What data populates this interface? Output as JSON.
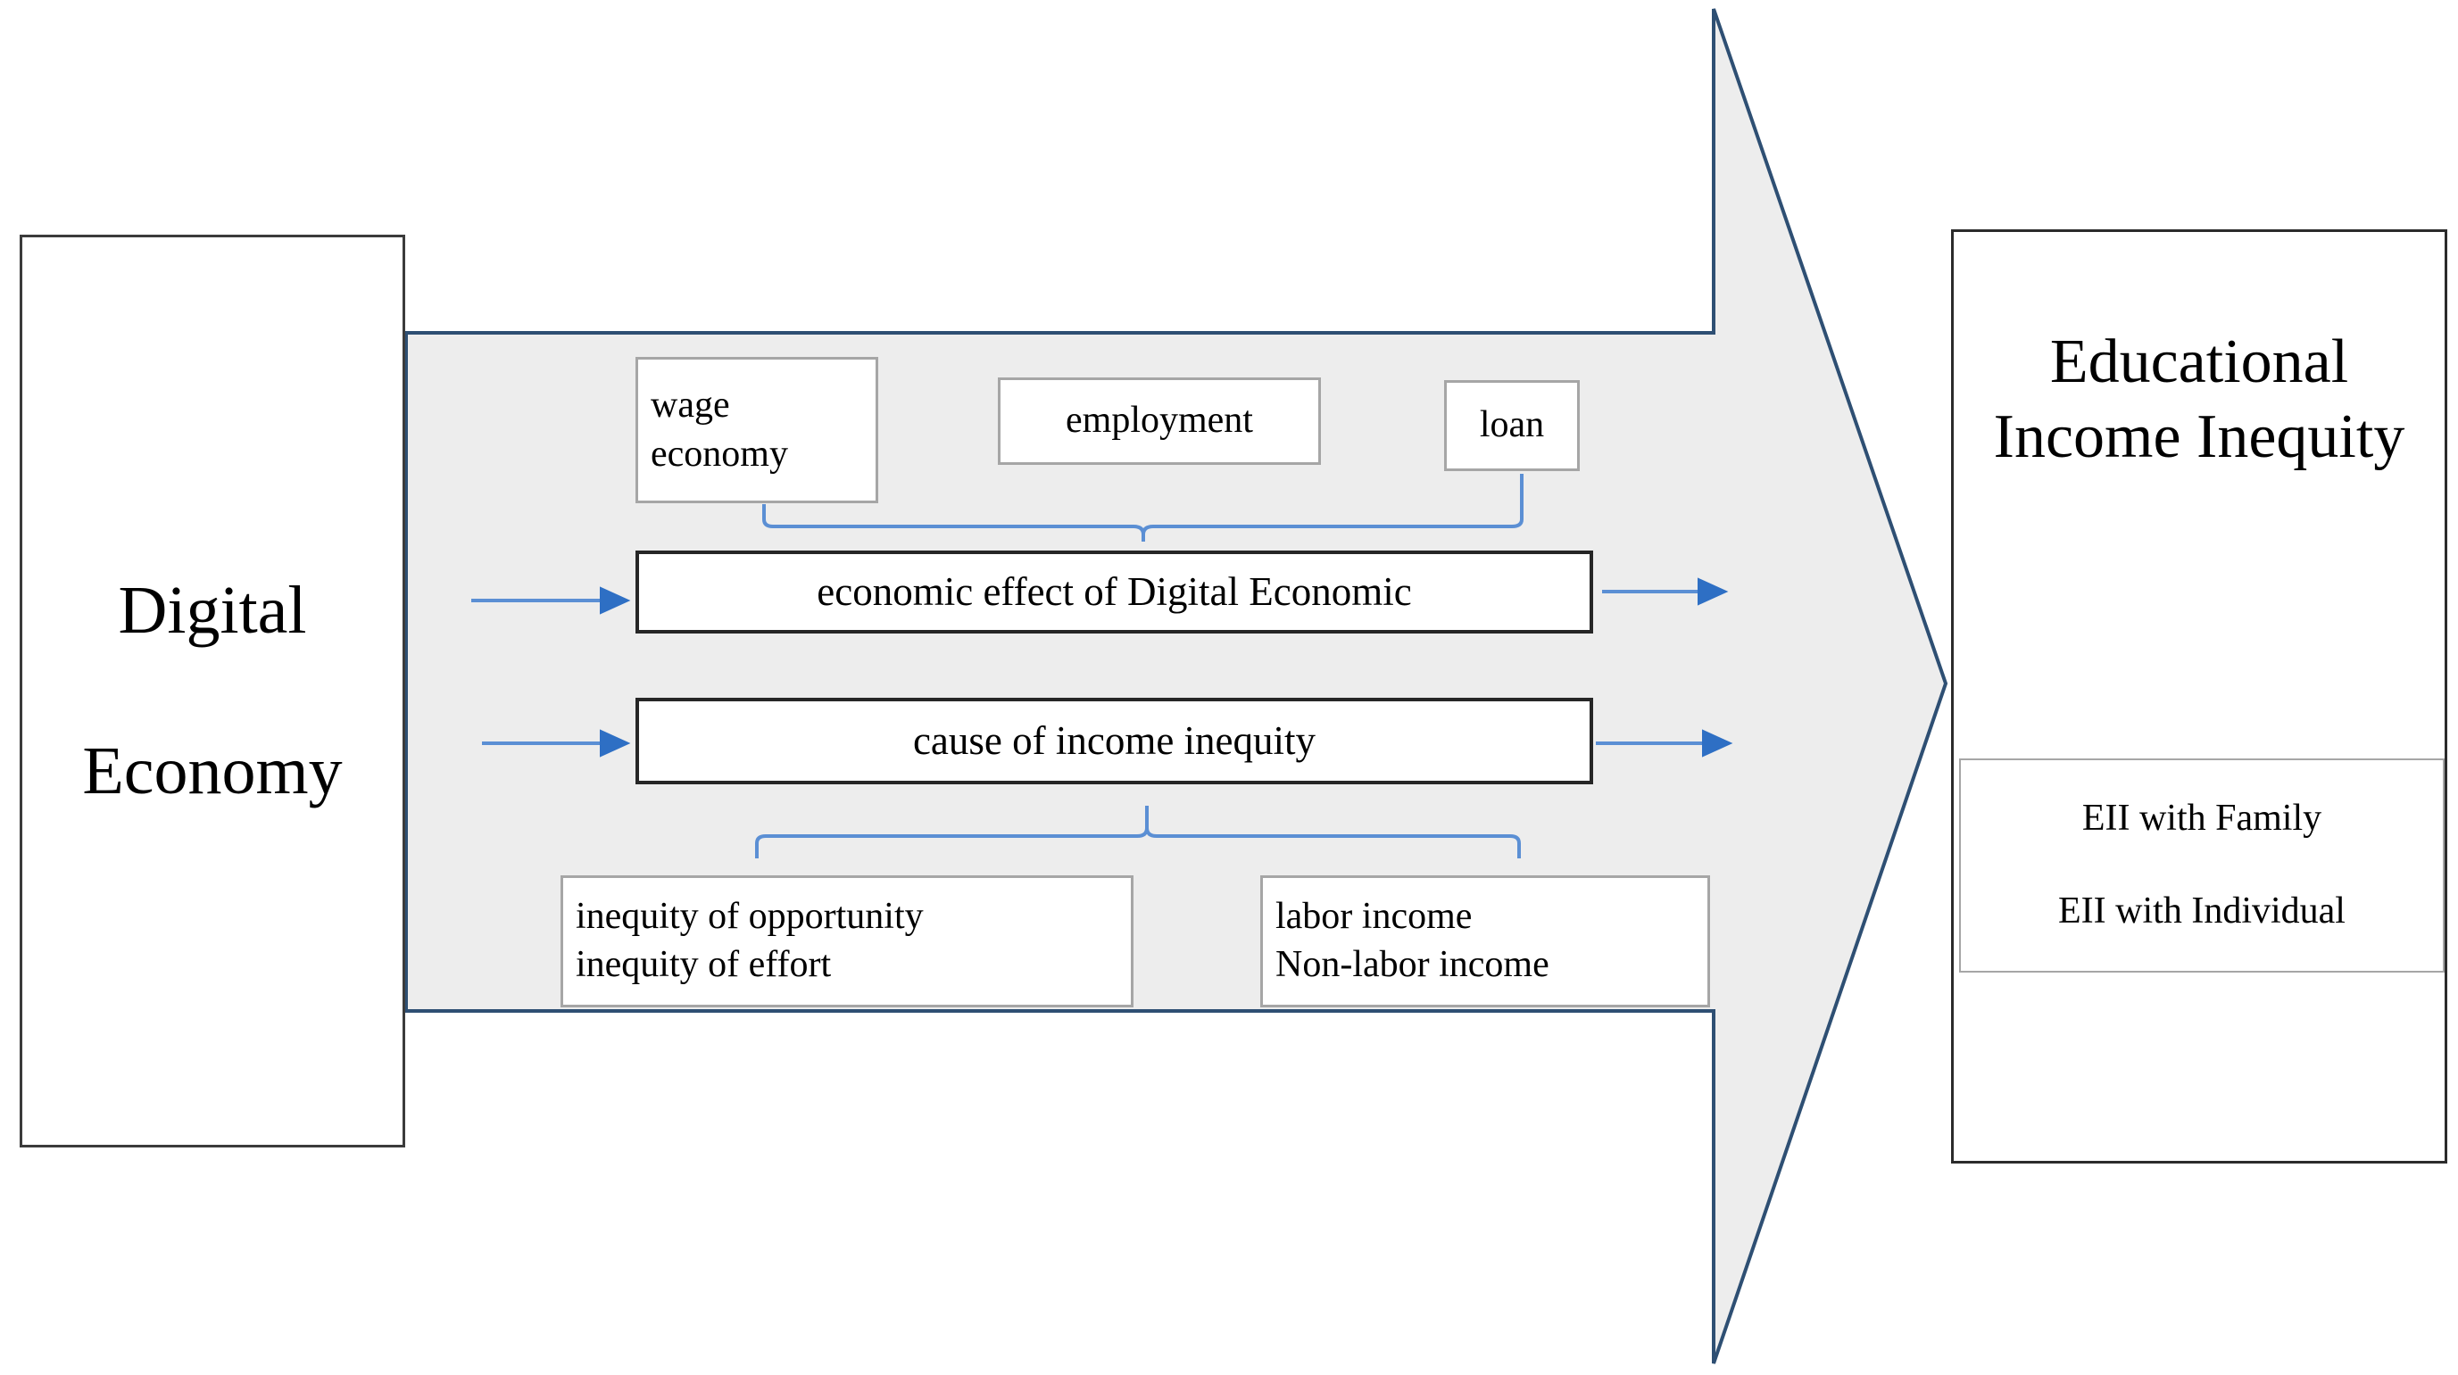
{
  "diagram": {
    "title_hidden": "",
    "colors": {
      "arrow_fill": "#ededed",
      "arrow_stroke": "#2e4f73",
      "connector_blue": "#5b8fd4",
      "arrow_head_blue": "#2e6fc4",
      "box_border_dark": "#262626",
      "box_border_grey": "#a6a6a6",
      "text": "#000000",
      "page_bg": "#ffffff"
    },
    "source": {
      "name": "digital-economy",
      "line1": "Digital",
      "line2": "Economy"
    },
    "target": {
      "name": "educational-income-inequity",
      "title": "Educational Income Inequity",
      "sub_items": [
        "EII with Family",
        "EII with Individual"
      ]
    },
    "channels": [
      {
        "name": "wage-economy",
        "lines": [
          "wage",
          "economy"
        ]
      },
      {
        "name": "employment",
        "lines": [
          "employment"
        ]
      },
      {
        "name": "loan",
        "lines": [
          "loan"
        ]
      }
    ],
    "mechanisms": [
      {
        "name": "economic-effect",
        "label": "economic effect of Digital Economic"
      },
      {
        "name": "cause-of-income-inequity",
        "label": "cause of income inequity"
      }
    ],
    "details": [
      {
        "name": "inequity-detail",
        "lines": [
          "inequity of opportunity",
          "inequity of effort"
        ]
      },
      {
        "name": "income-detail",
        "lines": [
          "labor income",
          "Non-labor income"
        ]
      }
    ]
  }
}
